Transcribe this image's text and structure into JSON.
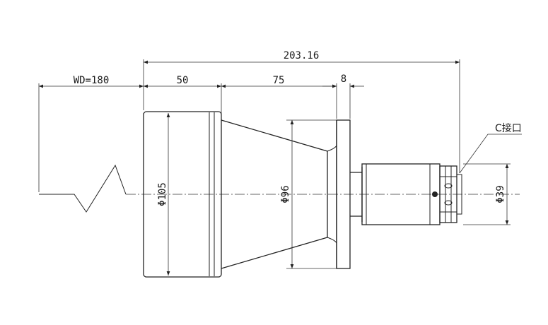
{
  "dimensions": {
    "overall_length": "203.16",
    "working_distance": "WD=180",
    "front_section": "50",
    "taper_section": "75",
    "flange_thickness": "8",
    "front_diameter": "Φ105",
    "mid_diameter": "Φ96",
    "mount_diameter": "Φ39"
  },
  "labels": {
    "mount": "C接口"
  },
  "colors": {
    "line": "#222222",
    "background": "#ffffff"
  }
}
